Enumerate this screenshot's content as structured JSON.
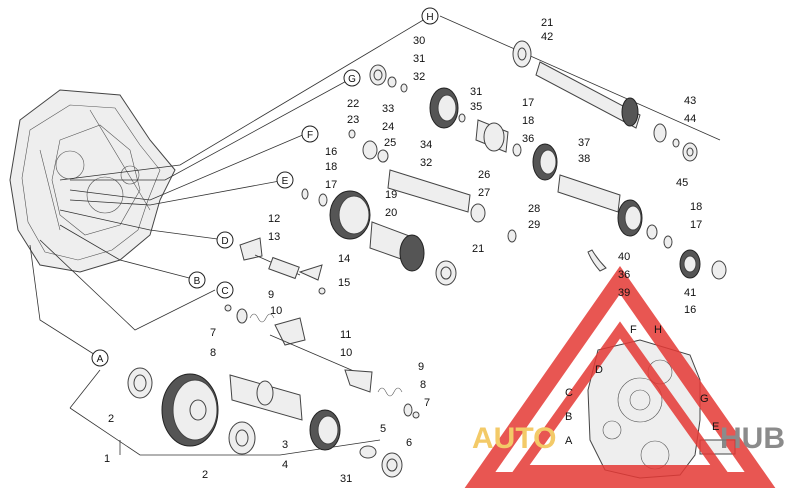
{
  "callouts": {
    "c1": "1",
    "c2a": "2",
    "c2b": "2",
    "c3": "3",
    "c4": "4",
    "c5": "5",
    "c6": "6",
    "c7a": "7",
    "c7b": "7",
    "c8a": "8",
    "c8b": "8",
    "c9a": "9",
    "c9b": "9",
    "c10a": "10",
    "c10b": "10",
    "c11": "11",
    "c12": "12",
    "c13": "13",
    "c14": "14",
    "c15": "15",
    "c16a": "16",
    "c16b": "16",
    "c17a": "17",
    "c17b": "17",
    "c17c": "17",
    "c18a": "18",
    "c18b": "18",
    "c18c": "18",
    "c19": "19",
    "c20": "20",
    "c21a": "21",
    "c21b": "21",
    "c22": "22",
    "c23": "23",
    "c24": "24",
    "c25": "25",
    "c26": "26",
    "c27": "27",
    "c28": "28",
    "c29": "29",
    "c30": "30",
    "c31a": "31",
    "c31b": "31",
    "c31c": "31",
    "c32a": "32",
    "c32b": "32",
    "c33": "33",
    "c34": "34",
    "c35": "35",
    "c36a": "36",
    "c36b": "36",
    "c37": "37",
    "c38": "38",
    "c39": "39",
    "c40": "40",
    "c41": "41",
    "c42": "42",
    "c43": "43",
    "c44": "44",
    "c45": "45"
  },
  "circles": {
    "A": "A",
    "B": "B",
    "C": "C",
    "D": "D",
    "E": "E",
    "F": "F",
    "G": "G",
    "H": "H"
  },
  "inset_labels": {
    "A": "A",
    "B": "B",
    "C": "C",
    "D": "D",
    "E": "E",
    "F": "F",
    "G": "G",
    "H": "H"
  },
  "watermark": {
    "auto": "AUTO",
    "hub": "HUB"
  },
  "colors": {
    "watermark_red": "#e53935",
    "watermark_gold": "#f2c14e",
    "ink": "#222222"
  }
}
